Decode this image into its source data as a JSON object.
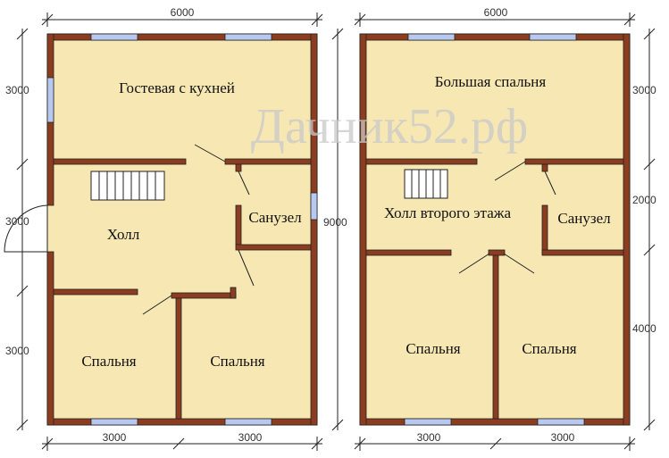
{
  "watermark": "Дачник52.рф",
  "colors": {
    "floor": "#f6e7b3",
    "wall": "#8c3c1f",
    "window": "#b8c8ee",
    "line": "#222222",
    "watermark": "#c9c9c9"
  },
  "floor1": {
    "dims": {
      "top": "6000",
      "left_top": "3000",
      "left_mid": "3000",
      "left_bottom": "3000",
      "bottom_left": "3000",
      "bottom_right": "3000"
    },
    "rooms": {
      "guest_kitchen": "Гостевая с кухней",
      "hall": "Холл",
      "bathroom": "Санузел",
      "bedroom_left": "Спальня",
      "bedroom_right": "Спальня"
    }
  },
  "floor2": {
    "dims": {
      "top": "6000",
      "height_total": "9000",
      "right_top": "3000",
      "right_mid": "2000",
      "right_bottom": "4000",
      "bottom_left": "3000",
      "bottom_right": "3000"
    },
    "rooms": {
      "master_bedroom": "Большая спальня",
      "second_floor_hall": "Холл второго этажа",
      "bathroom": "Санузел",
      "bedroom_left": "Спальня",
      "bedroom_right": "Спальня"
    }
  }
}
